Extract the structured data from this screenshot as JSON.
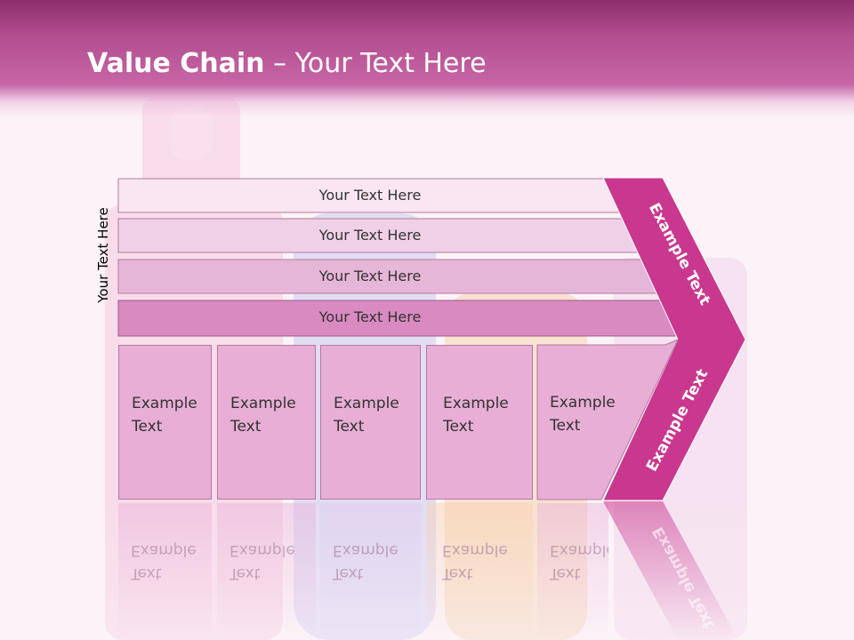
{
  "slide": {
    "title_bold": "Value Chain",
    "title_rest": " – Your Text Here",
    "side_label": "Your Text Here"
  },
  "bars": [
    {
      "label": "Your Text Here",
      "fill": "#f9e6f2"
    },
    {
      "label": "Your Text Here",
      "fill": "#efd0e6"
    },
    {
      "label": "Your Text Here",
      "fill": "#e6b6d8"
    },
    {
      "label": "Your Text Here",
      "fill": "#d98ac1"
    }
  ],
  "columns": [
    {
      "line1": "Example",
      "line2": "Text"
    },
    {
      "line1": "Example",
      "line2": "Text"
    },
    {
      "line1": "Example",
      "line2": "Text"
    },
    {
      "line1": "Example",
      "line2": "Text"
    },
    {
      "line1": "Example",
      "line2": "Text"
    }
  ],
  "chevron": {
    "upper_label": "Example Text",
    "lower_label": "Example Text",
    "color": "#c9378f"
  },
  "colors": {
    "header": "#b24d8e",
    "column_fill": "#e8aed6",
    "chevron": "#c9378f"
  }
}
